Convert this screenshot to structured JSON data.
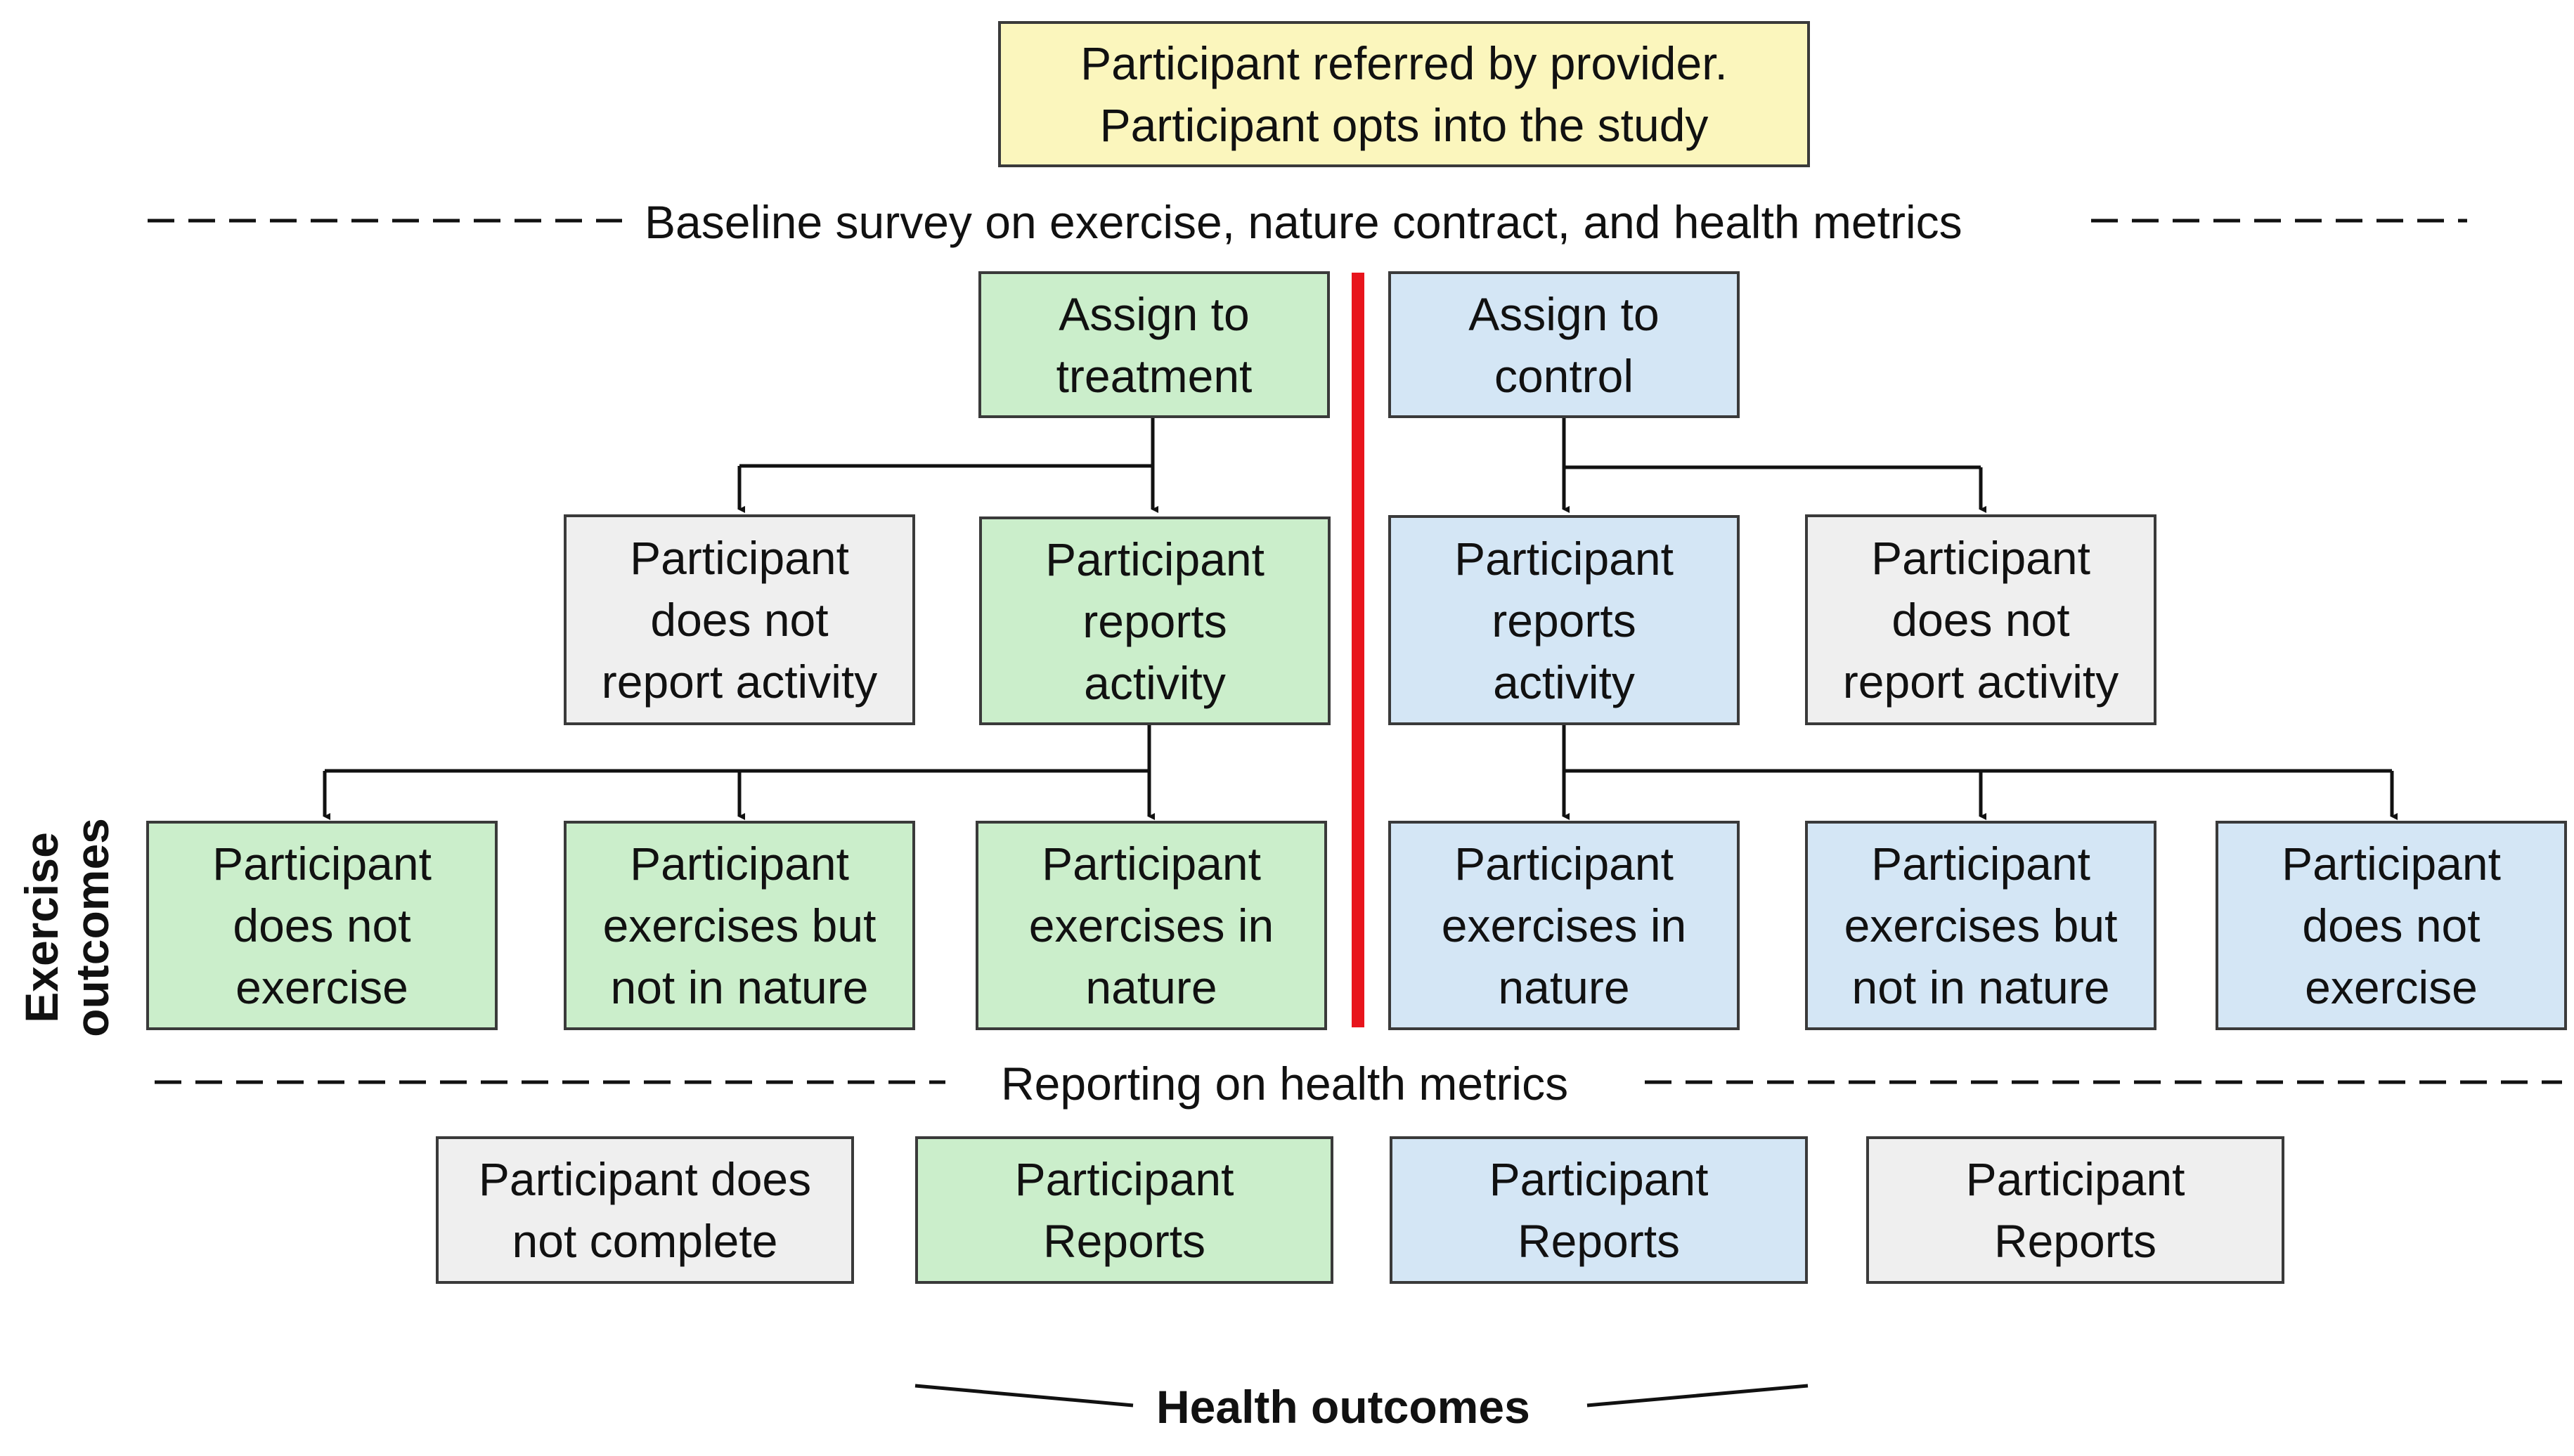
{
  "top_box": "Participant referred by provider.\nParticipant opts into the study",
  "baseline_label": "Baseline survey on exercise, nature contract, and health metrics",
  "treatment": {
    "assign": "Assign to\ntreatment",
    "no_report": "Participant\ndoes not\nreport activity",
    "reports": "Participant\nreports\nactivity",
    "outcomes": [
      "Participant\ndoes not\nexercise",
      "Participant\nexercises but\nnot in nature",
      "Participant\nexercises in\nnature"
    ]
  },
  "control": {
    "assign": "Assign to\ncontrol",
    "reports": "Participant\nreports\nactivity",
    "no_report": "Participant\ndoes not\nreport activity",
    "outcomes": [
      "Participant\nexercises in\nnature",
      "Participant\nexercises but\nnot in nature",
      "Participant\ndoes not\nexercise"
    ]
  },
  "exercise_outcomes_label": "Exercise\noutcomes",
  "reporting_label": "Reporting on health metrics",
  "health_boxes": [
    "Participant does\nnot complete",
    "Participant\nReports",
    "Participant\nReports",
    "Participant\nReports"
  ],
  "health_outcomes_label": "Health outcomes",
  "colors": {
    "yellow": "#fbf6bd",
    "green": "#cbeecb",
    "blue": "#d4e6f5",
    "gray": "#efefef",
    "divider": "#e8141c"
  }
}
